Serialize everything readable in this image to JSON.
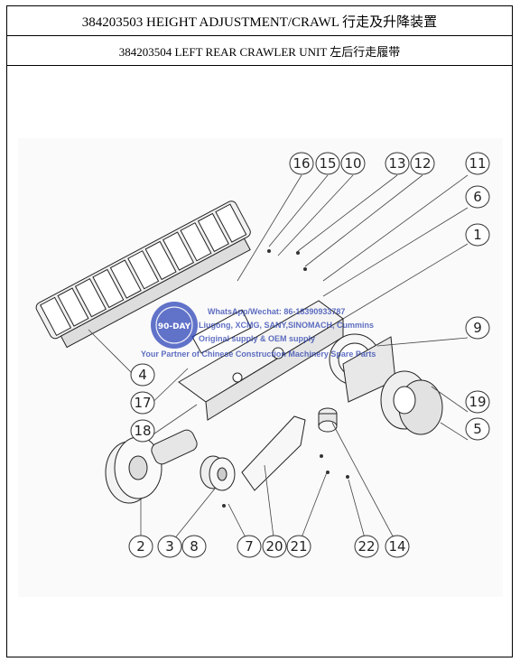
{
  "header": {
    "title": "384203503 HEIGHT ADJUSTMENT/CRAWL 行走及升降装置",
    "subtitle": "384203504 LEFT REAR CRAWLER UNIT 左后行走履带"
  },
  "callouts": [
    "16",
    "15",
    "10",
    "13",
    "12",
    "11",
    "6",
    "1",
    "9",
    "4",
    "17",
    "18",
    "19",
    "5",
    "2",
    "3",
    "8",
    "7",
    "20",
    "21",
    "22",
    "14"
  ],
  "watermark": {
    "line1": "WhatsApp/Wechat: 86-18390933787",
    "line2": "Liugong, XCMG, SANY,SINOMACH, Cummins",
    "line3": "Original supply & OEM supply",
    "line4": "Your Partner of Chinese Construction Machinery Spare Parts",
    "badge": "90-DAY"
  }
}
